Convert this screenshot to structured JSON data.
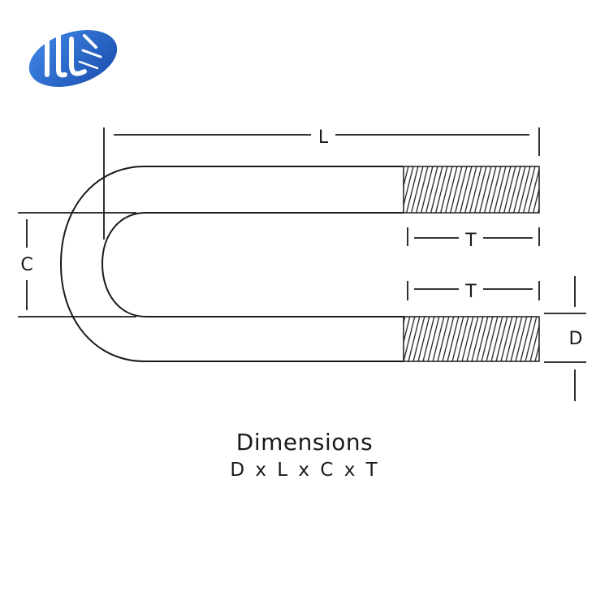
{
  "logo": {
    "colors": {
      "blue": "#2f6fd3",
      "blue_dark": "#1b4fae",
      "white": "#ffffff"
    }
  },
  "diagram": {
    "labels": {
      "length": "L",
      "inner_width": "C",
      "thread_upper": "T",
      "thread_lower": "T",
      "diameter": "D"
    },
    "stroke_color": "#1a1a1a"
  },
  "caption": {
    "title": "Dimensions",
    "formula": "D x L x C x T"
  }
}
